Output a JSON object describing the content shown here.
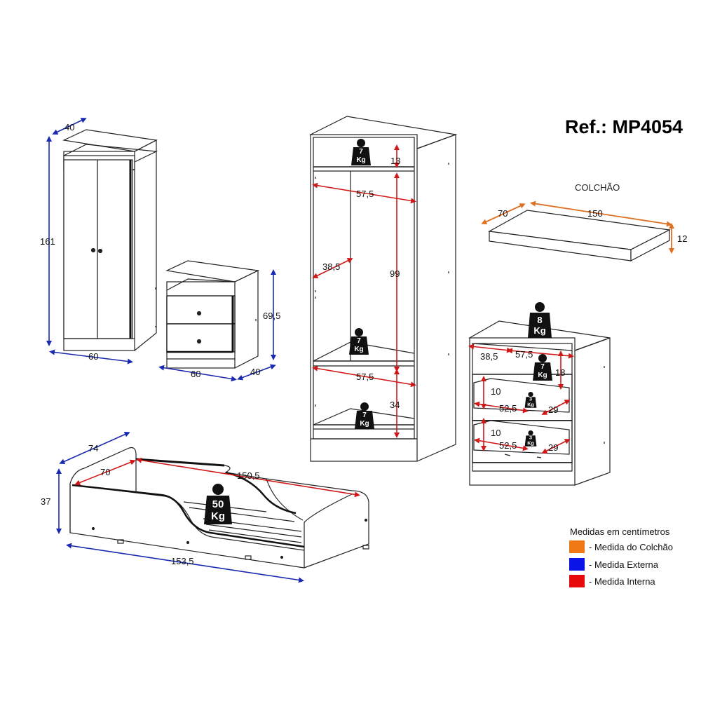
{
  "reference": "Ref.: MP4054",
  "mattress": {
    "title": "COLCHÃO",
    "depth": "70",
    "length": "150",
    "height": "12"
  },
  "wardrobe": {
    "depth": "40",
    "height": "161",
    "width": "60"
  },
  "nightstand": {
    "width": "60",
    "depth": "40",
    "height": "69,5"
  },
  "tall_cabinet": {
    "top_shelf_height": "13",
    "top_width": "57,5",
    "hanging_height": "99",
    "hanging_depth": "38,5",
    "lower_width": "57,5",
    "lower_height": "34",
    "top_weight_value": "7",
    "mid_weight_value": "7",
    "bottom_weight_value": "7",
    "weight_unit": "Kg"
  },
  "chest": {
    "top_weight_value": "8",
    "top_weight_unit": "Kg",
    "niche_depth": "38,5",
    "niche_width": "57,5",
    "niche_height": "18",
    "niche_weight_value": "7",
    "drawer1_height": "10",
    "drawer1_width": "52,5",
    "drawer1_depth": "29",
    "drawer1_weight_value": "3",
    "drawer2_height": "10",
    "drawer2_width": "52,5",
    "drawer2_depth": "29",
    "drawer2_weight_value": "3",
    "weight_unit": "Kg"
  },
  "bed": {
    "depth": "74",
    "inner_depth": "70",
    "inner_length": "150,5",
    "height": "37",
    "length": "153,5",
    "weight_value": "50",
    "weight_unit": "Kg"
  },
  "legend": {
    "title": "Medidas em centímetros",
    "items": [
      {
        "label": "- Medida do Colchão",
        "color": "#f07814"
      },
      {
        "label": "- Medida Externa",
        "color": "#0a14e6"
      },
      {
        "label": "- Medida Interna",
        "color": "#e60a0a"
      }
    ]
  },
  "colors": {
    "external": "#1a2ab0",
    "internal": "#d01818",
    "mattress": "#e07020",
    "line": "#222222",
    "panel_dark": "#2a2a2a"
  }
}
